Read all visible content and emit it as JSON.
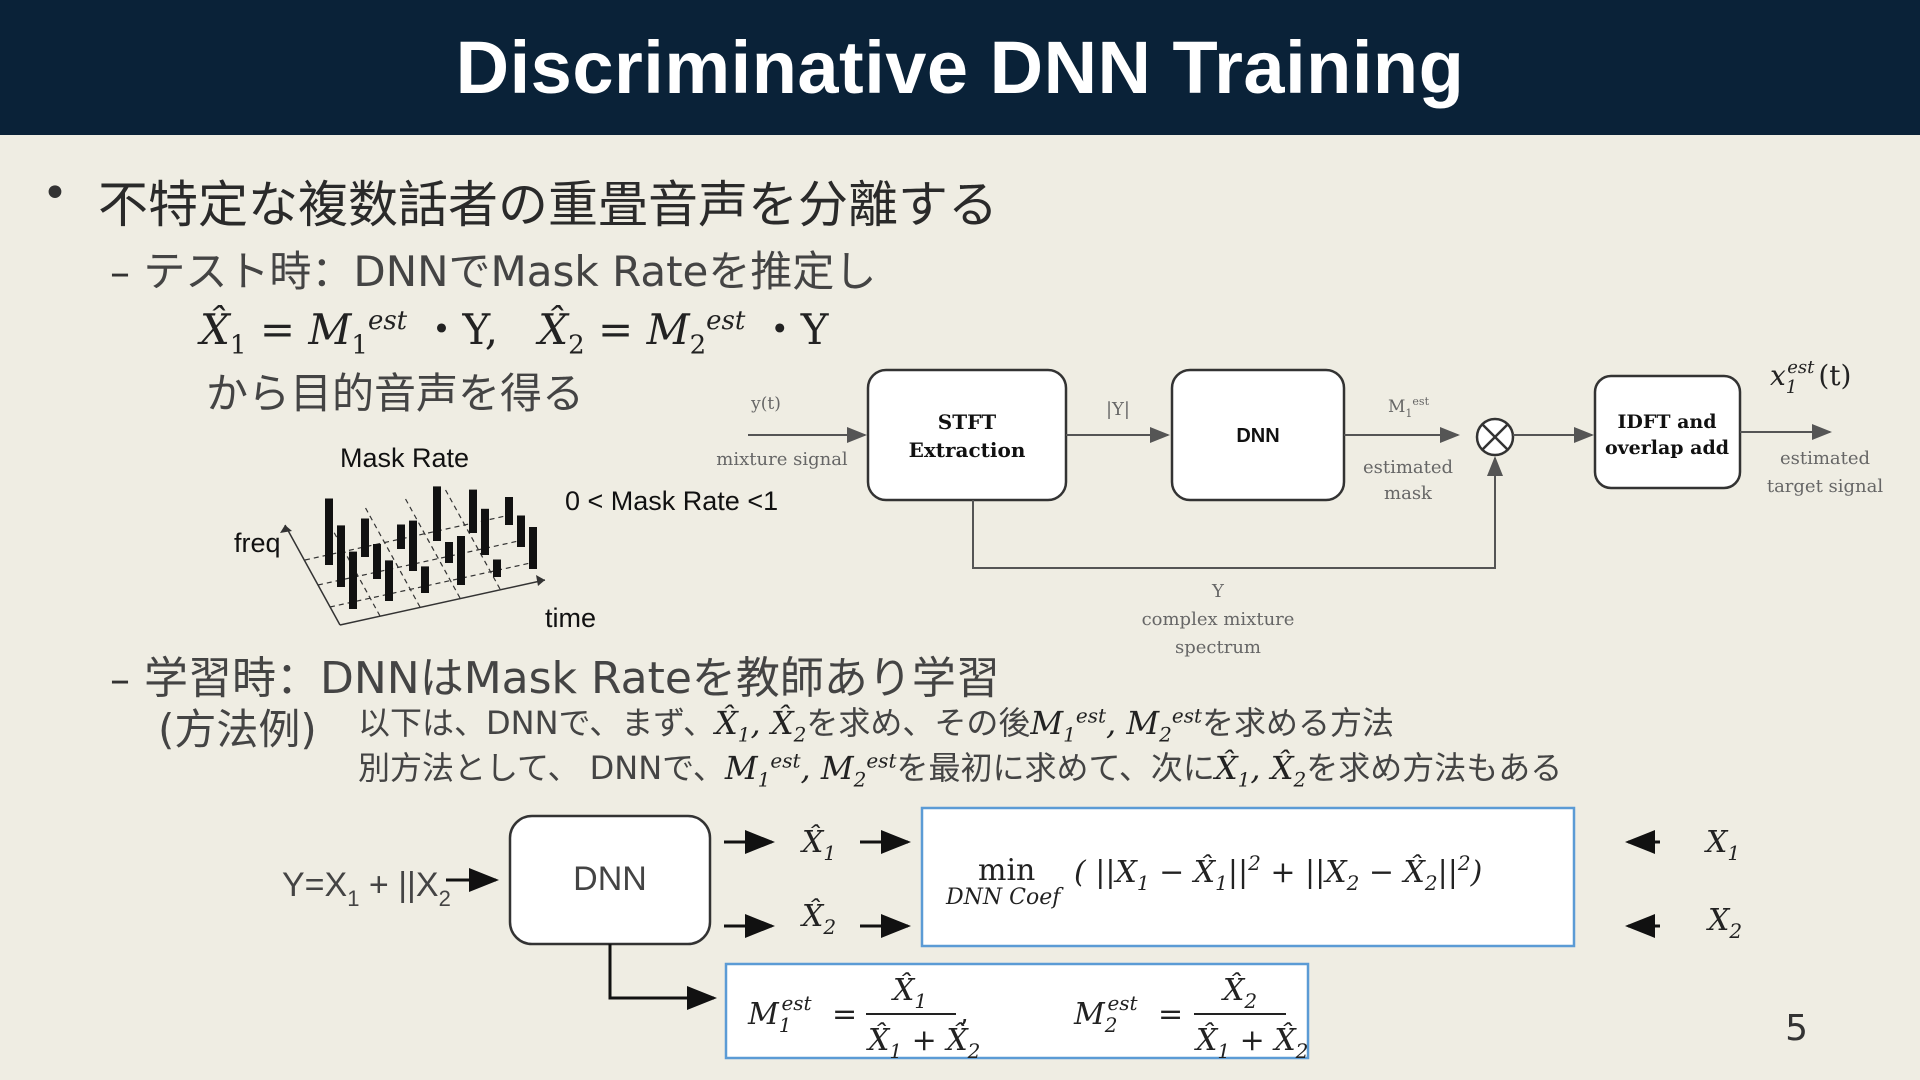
{
  "title": "Discriminative DNN Training",
  "bullet": "不特定な複数話者の重畳音声を分離する",
  "test_phase": {
    "dash": "–",
    "line1": "テスト時：DNNでMask Rateを推定し",
    "formula": {
      "lhs1": "X̂",
      "lhs1_sub": "1",
      "eq": "=",
      "m": "M",
      "m1_sub": "1",
      "m_sup": "est",
      "dot_y1": "・Y,",
      "lhs2": "X̂",
      "lhs2_sub": "2",
      "m2_sub": "2",
      "dot_y2": "・Y"
    },
    "line2": "から目的音声を得る"
  },
  "mask_figure": {
    "title": "Mask Rate",
    "freq_label": "freq",
    "time_label": "time",
    "range": "0 < Mask Rate <1",
    "bar_heights": [
      0.95,
      0.55,
      0.35,
      0.78,
      0.62,
      0.4,
      0.88,
      0.5,
      0.72,
      0.3,
      0.66,
      0.45,
      0.82,
      0.58,
      0.38,
      0.7,
      0.25,
      0.6
    ]
  },
  "flow": {
    "input": "y(t)",
    "input_desc": "mixture signal",
    "stft": [
      "STFT",
      "Extraction"
    ],
    "mag": "|Y|",
    "dnn": "DNN",
    "mask_label": "M",
    "mask_sub": "1",
    "mask_sup": "est",
    "mask_desc": [
      "estimated",
      "mask"
    ],
    "idft": [
      "IDFT and",
      "overlap add"
    ],
    "output": "x",
    "output_sub": "1",
    "output_sup": "est",
    "output_arg": "(t)",
    "output_desc": [
      "estimated",
      "target signal"
    ],
    "complex": [
      "Y",
      "complex mixture",
      "spectrum"
    ]
  },
  "train_phase": {
    "dash": "–",
    "line": "学習時：DNNはMask Rateを教師あり学習",
    "method_label": "(方法例)",
    "line1_a": "以下は、DNNで、まず、",
    "line1_b": "を求め、その後",
    "line1_c": "を求める方法",
    "line2_a": "別方法として、 DNNで、",
    "line2_b": "を最初に求めて、次に",
    "line2_c": "を求め方法もある",
    "xhat": "X̂",
    "m": "M",
    "sup": "est",
    "s1": "1",
    "s2": "2",
    "comma": ","
  },
  "bottom_diagram": {
    "input": "Y=X",
    "input_sub1": "1",
    "plus": "  + ||X",
    "input_sub2": "2",
    "dnn": "DNN",
    "xhat": "X̂",
    "sub1": "1",
    "sub2": "2",
    "min": "min",
    "min_sub": "DNN Coef",
    "loss_a": "( ||X",
    "minus_xhat": " − X̂",
    "sq": "||",
    "two": "2",
    "close": ")",
    "target_x": "X",
    "m": "M",
    "sup": "est",
    "eq": "=",
    "plus_sign": " + ",
    "comma": ","
  },
  "page_number": "5"
}
